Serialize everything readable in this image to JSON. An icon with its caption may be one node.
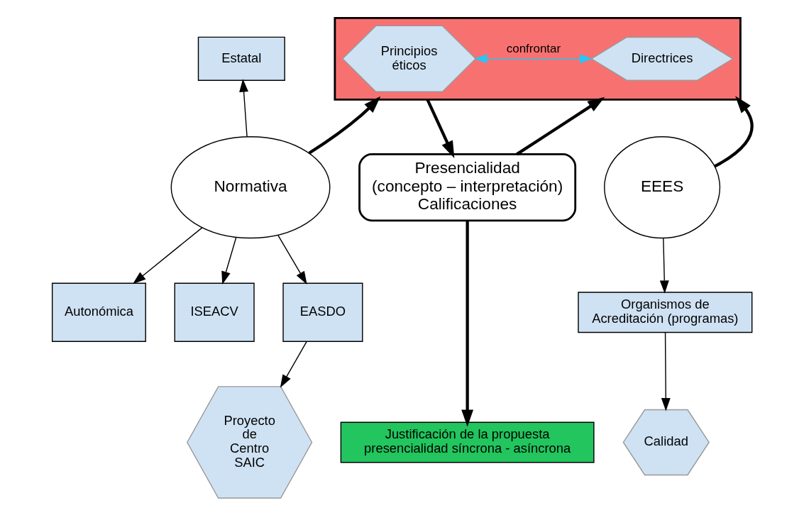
{
  "diagram": {
    "nodes": [
      {
        "text": [],
        "shape": "box"
      },
      {
        "text": [
          "Principios éticos"
        ],
        "in": 0
      },
      {
        "text": [
          "Directrices"
        ],
        "in": 0
      },
      {
        "text": [
          "Estatal"
        ]
      },
      {
        "text": [
          "Normativa"
        ]
      },
      {
        "text": [
          "EEES"
        ]
      },
      {
        "text": [
          "Presencialidad",
          "(concepto – interpretación)",
          "Calificaciones"
        ]
      },
      {
        "text": [
          "Autonómica"
        ]
      },
      {
        "text": [
          "ISEACV"
        ]
      },
      {
        "text": [
          "EASDO"
        ]
      },
      {
        "text": [
          "Organismos de Acreditación (programas)"
        ]
      },
      {
        "text": [
          "Proyecto de Centro SAIC"
        ]
      },
      {
        "text": [
          "Calidad"
        ]
      },
      {
        "text": [
          "Justificación de la propuesta presencialidad síncrona - asíncrona"
        ]
      }
    ],
    "edges": [
      {
        "from": 1,
        "to": 2,
        "arrow": "both",
        "label": "confrontar",
        "color": "#29c5f6"
      },
      {
        "from": 4,
        "to": 3,
        "arrow": "to"
      },
      {
        "from": 4,
        "to": 0,
        "arrow": "to",
        "style": "thick"
      },
      {
        "from": 5,
        "to": 0,
        "arrow": "to",
        "style": "thick"
      },
      {
        "from": 0,
        "to": 6,
        "arrow": "to",
        "style": "thick"
      },
      {
        "from": 6,
        "to": 0,
        "arrow": "to",
        "style": "thick"
      },
      {
        "from": 4,
        "to": 7,
        "arrow": "to"
      },
      {
        "from": 4,
        "to": 8,
        "arrow": "to"
      },
      {
        "from": 4,
        "to": 9,
        "arrow": "to"
      },
      {
        "from": 9,
        "to": 11,
        "arrow": "to"
      },
      {
        "from": 5,
        "to": 10,
        "arrow": "to"
      },
      {
        "from": 10,
        "to": 12,
        "arrow": "to"
      },
      {
        "from": 6,
        "to": 13,
        "arrow": "to",
        "style": "thick"
      }
    ]
  }
}
